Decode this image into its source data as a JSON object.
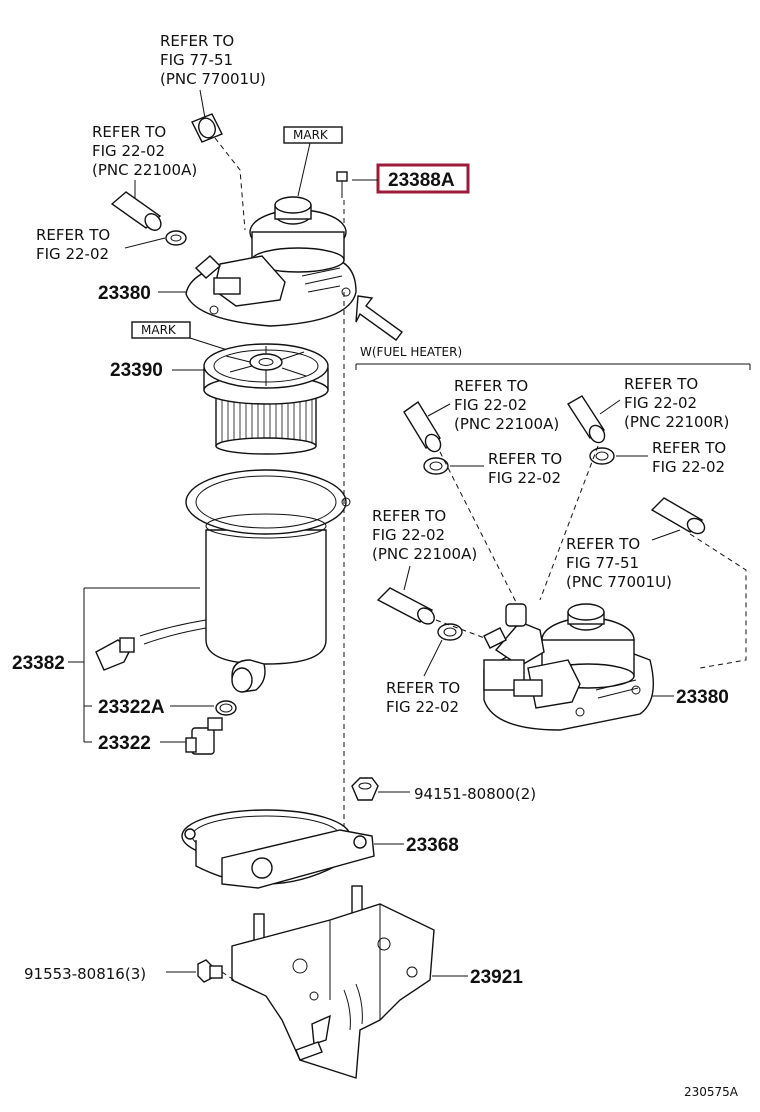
{
  "refs": {
    "ref_77_51_top": {
      "line1": "REFER TO",
      "line2": "FIG 77-51",
      "line3": "(PNC 77001U)"
    },
    "ref_22_02_a_top": {
      "line1": "REFER TO",
      "line2": "FIG 22-02",
      "line3": "(PNC 22100A)"
    },
    "ref_22_02_top": {
      "line1": "REFER TO",
      "line2": "FIG 22-02"
    },
    "ref_22_02_a_mid": {
      "line1": "REFER TO",
      "line2": "FIG 22-02",
      "line3": "(PNC 22100A)"
    },
    "ref_22_02_r_mid": {
      "line1": "REFER TO",
      "line2": "FIG 22-02",
      "line3": "(PNC 22100R)"
    },
    "ref_22_02_mid_clip": {
      "line1": "REFER TO",
      "line2": "FIG 22-02"
    },
    "ref_22_02_mid_right": {
      "line1": "REFER TO",
      "line2": "FIG 22-02"
    },
    "ref_22_02_a_left": {
      "line1": "REFER TO",
      "line2": "FIG 22-02",
      "line3": "(PNC 22100A)"
    },
    "ref_77_51_mid": {
      "line1": "REFER TO",
      "line2": "FIG 77-51",
      "line3": "(PNC 77001U)"
    },
    "ref_22_02_bottom_clip": {
      "line1": "REFER TO",
      "line2": "FIG 22-02"
    }
  },
  "marks": {
    "mark_top": "MARK",
    "mark_filter": "MARK"
  },
  "variant_label": "W(FUEL HEATER)",
  "parts": {
    "p23388A": "23388A",
    "p23380": "23380",
    "p23390": "23390",
    "p23382": "23382",
    "p23322A": "23322A",
    "p23322": "23322",
    "p94151": "94151-80800(2)",
    "p23368": "23368",
    "p91553": "91553-80816(3)",
    "p23921": "23921",
    "p23380_heater": "23380"
  },
  "highlight_color": "#9b1b3b",
  "figure_id": "230575A"
}
